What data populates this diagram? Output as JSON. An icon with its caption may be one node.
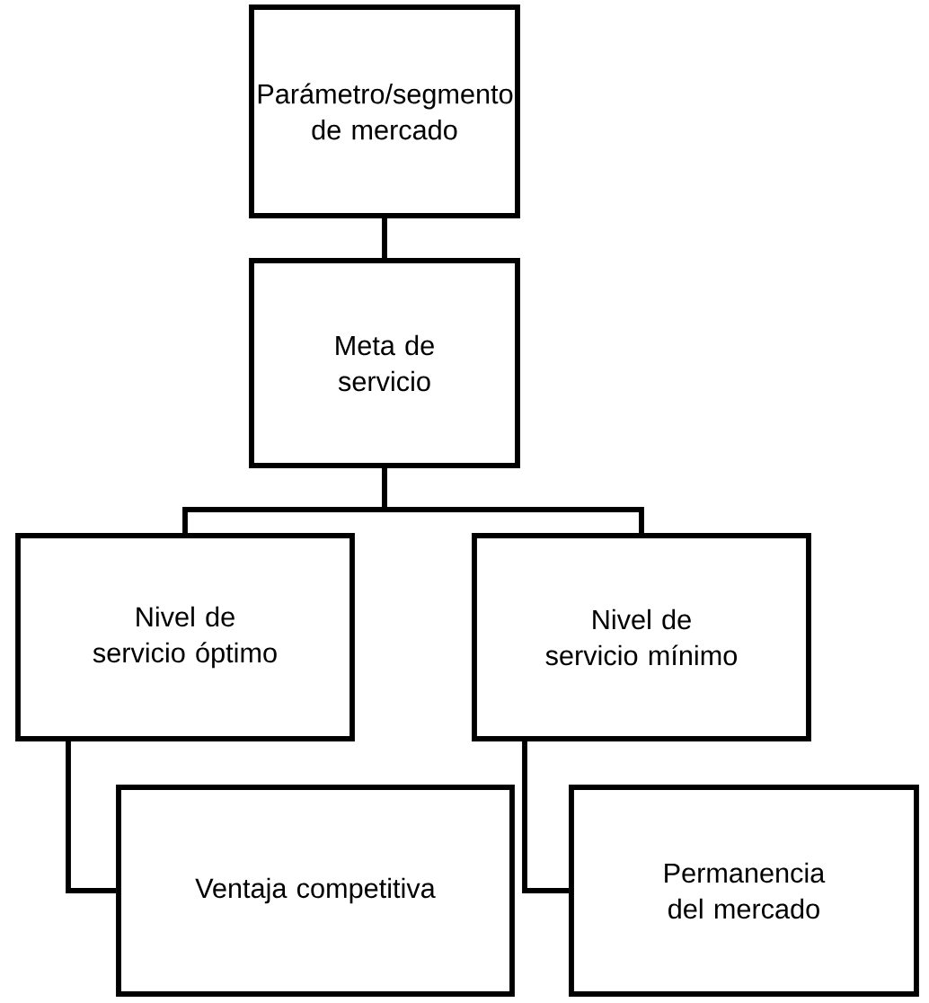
{
  "diagram": {
    "nodes": [
      {
        "text": [
          "Parámetro/segmento de mercado"
        ]
      },
      {
        "text": [
          "Meta de servicio"
        ]
      },
      {
        "text": [
          "Nivel de servicio óptimo"
        ]
      },
      {
        "text": [
          "Nivel de servicio mínimo"
        ]
      },
      {
        "text": [
          "Ventaja competitiva"
        ]
      },
      {
        "text": [
          "Permanencia del mercado"
        ]
      }
    ],
    "edges": [
      {
        "from": 0,
        "to": 1,
        "arrow": "none"
      },
      {
        "from": 1,
        "to": 2,
        "arrow": "none"
      },
      {
        "from": 1,
        "to": 3,
        "arrow": "none"
      },
      {
        "from": 2,
        "to": 4,
        "arrow": "none"
      },
      {
        "from": 3,
        "to": 5,
        "arrow": "none"
      }
    ]
  }
}
